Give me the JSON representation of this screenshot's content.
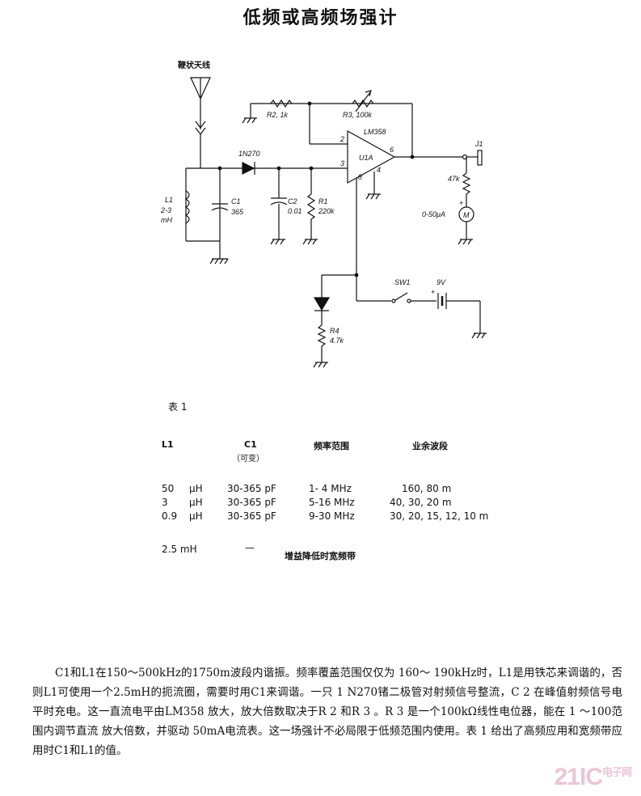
{
  "title": "低频或高频场强计",
  "schematic": {
    "antenna_label": "鞭状天线",
    "r2": "R2, 1k",
    "r3": "R3, 100k",
    "opamp": "LM358",
    "opamp_unit": "U1A",
    "pin2": "2",
    "pin3": "3",
    "pin4": "4",
    "pin6": "6",
    "pin8": "8",
    "j1": "J1",
    "r47k": "47k",
    "meter": "0-50μA",
    "meter_symbol": "M",
    "plus": "+",
    "diode": "1N270",
    "l1": "L1",
    "l1_val1": "2-3",
    "l1_val2": "mH",
    "c1": "C1",
    "c1_val": "365",
    "c2": "C2",
    "c2_val": "0.01",
    "r1": "R1",
    "r1_val": "220k",
    "sw1": "SW1",
    "battery": "9V",
    "r4": "R4",
    "r4_val": "4.7k"
  },
  "table": {
    "caption": "表 1",
    "headers": {
      "l1": "L1",
      "c1": "C1",
      "c1_sub": "（可变）",
      "freq": "频率范围",
      "band": "业余波段"
    },
    "rows": [
      {
        "l_val": "50",
        "l_unit": "μH",
        "c": "30-365 pF",
        "freq": "1- 4 MHz",
        "band": "160, 80  m"
      },
      {
        "l_val": "3",
        "l_unit": "μH",
        "c": "30-365 pF",
        "freq": "5-16 MHz",
        "band": "40, 30, 20  m"
      },
      {
        "l_val": "0.9",
        "l_unit": "μH",
        "c": "30-365 pF",
        "freq": "9-30 MHz",
        "band": "30, 20, 15, 12, 10 m"
      }
    ],
    "last_row": {
      "l": "2.5 mH",
      "c": "—",
      "note": "增益降低时宽频带"
    }
  },
  "paragraph": "C1和L1在150～500kHz的1750m波段内谐振。频率覆盖范围仅仅为 160～ 190kHz时，L1是用铁芯来调谐的，否则L1可使用一个2.5mH的扼流圈，需要时用C1来调谐。一只 1 N270锗二极管对射频信号整流，C 2 在峰值射频信号电平时充电。这一直流电平由LM358 放大，放大倍数取决于R 2 和R 3 。R 3 是一个100kΩ线性电位器，能在 1 ～100范围内调节直流  放大倍数，并驱动 50mA电流表。这一场强计不必局限于低频范围内使用。表 1 给出了高频应用和宽频带应用时C1和L1的值。",
  "watermark": {
    "main": "21IC",
    "sub": "电子网"
  }
}
